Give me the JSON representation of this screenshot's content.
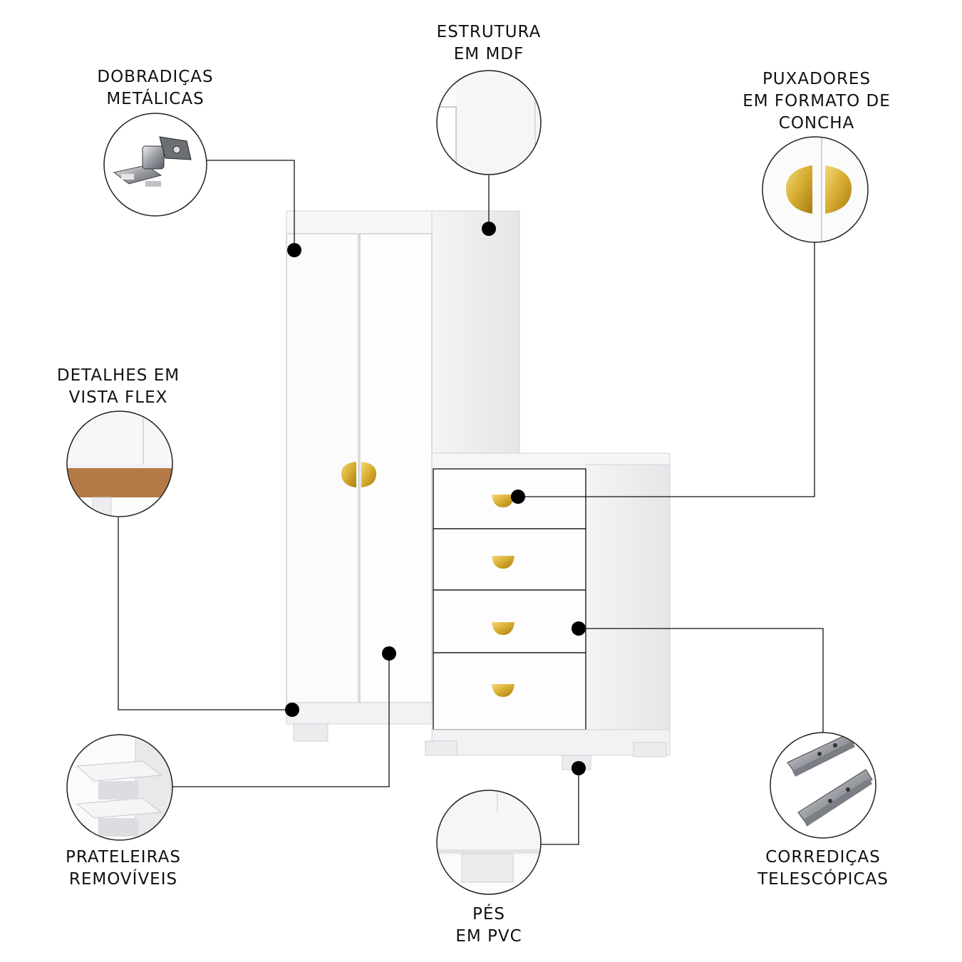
{
  "features": [
    {
      "id": "dobradicas",
      "lines": [
        "DOBRADIÇAS",
        "METÁLICAS"
      ],
      "icon": "metal-hinge-icon"
    },
    {
      "id": "estrutura",
      "lines": [
        "ESTRUTURA",
        "EM MDF"
      ],
      "icon": "mdf-structure-icon"
    },
    {
      "id": "puxadores",
      "lines": [
        "PUXADORES",
        "EM FORMATO DE",
        "CONCHA"
      ],
      "icon": "shell-handle-icon"
    },
    {
      "id": "detalhes",
      "lines": [
        "DETALHES EM",
        "VISTA FLEX"
      ],
      "icon": "flex-trim-icon"
    },
    {
      "id": "prateleiras",
      "lines": [
        "PRATELEIRAS",
        "REMOVÍVEIS"
      ],
      "icon": "removable-shelves-icon"
    },
    {
      "id": "pes",
      "lines": [
        "PÉS",
        "EM PVC"
      ],
      "icon": "pvc-foot-icon"
    },
    {
      "id": "corredicas",
      "lines": [
        "CORREDIÇAS",
        "TELESCÓPICAS"
      ],
      "icon": "telescopic-slide-icon"
    }
  ],
  "colors": {
    "furniture": "#ffffff",
    "furniture_shade": "#eeeef0",
    "outline": "#c9cacf",
    "gold_handle": "#d9b23a",
    "flex_trim": "#b37a45",
    "line": "#111111"
  }
}
